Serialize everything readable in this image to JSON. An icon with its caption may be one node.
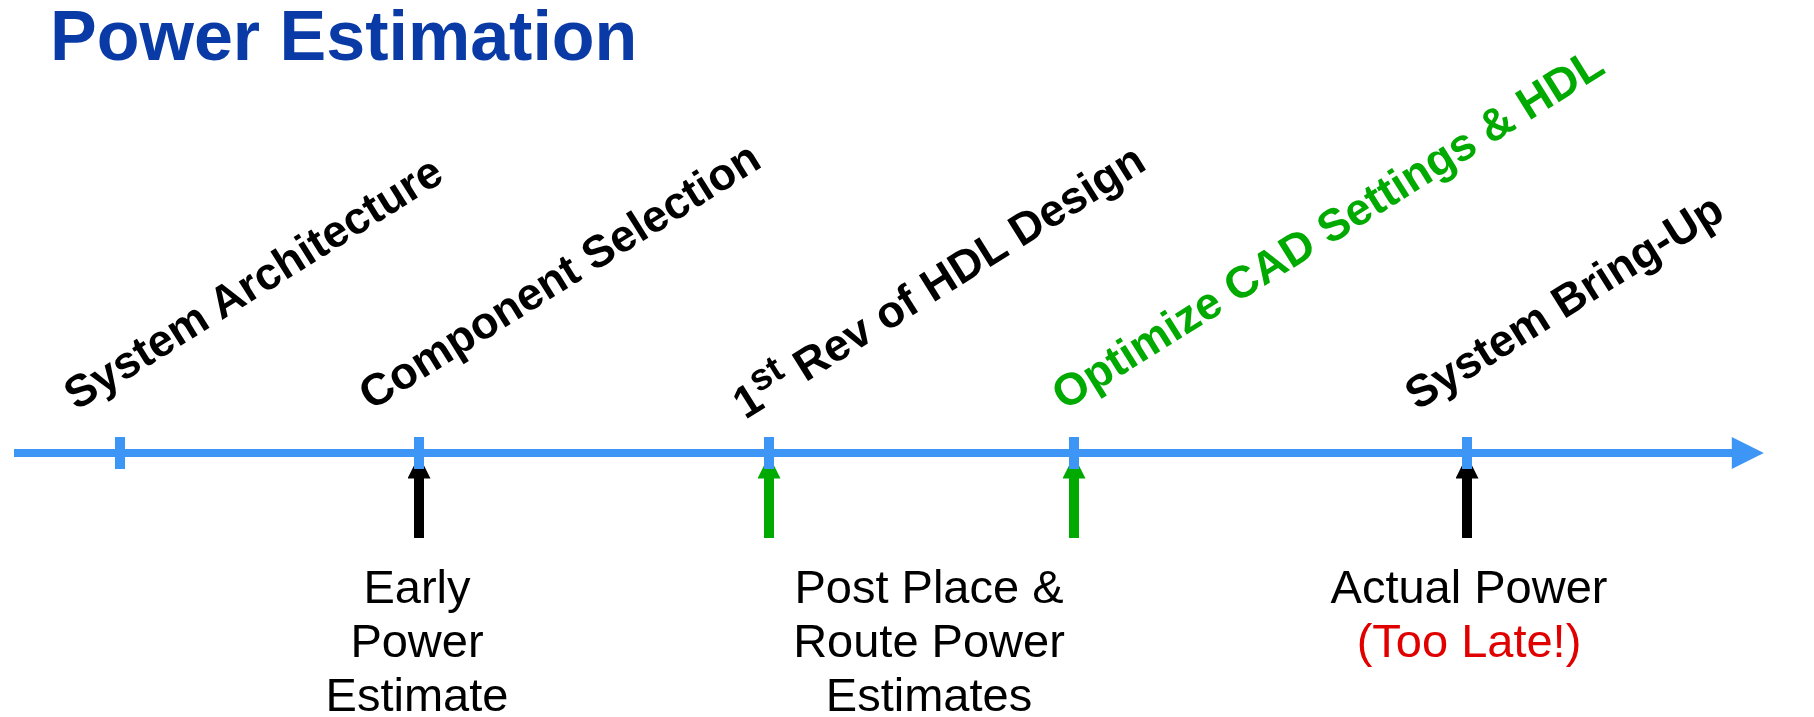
{
  "diagram": {
    "title": "Power Estimation",
    "nodes": [
      {
        "text": [],
        "shape": "bar",
        "beside": [
          "System Architecture"
        ]
      },
      {
        "text": [],
        "shape": "bar",
        "beside": [
          "Component Selection"
        ]
      },
      {
        "text": [],
        "shape": "bar",
        "beside": [
          "1$^{st}$ Rev of HDL Design"
        ]
      },
      {
        "text": [],
        "shape": "bar",
        "beside": [
          "Optimize CAD Settings & HDL"
        ]
      },
      {
        "text": [],
        "shape": "bar",
        "beside": [
          "System Bring-Up"
        ]
      },
      {
        "text": [
          "Early Power Estimate"
        ]
      },
      {
        "text": [
          "Post Place & Route Power Estimates"
        ]
      },
      {
        "text": [
          "Actual Power",
          "(Too Late!)"
        ]
      }
    ],
    "edges": [
      {
        "from": 5,
        "to": 1,
        "arrow": "to",
        "color": "#000000"
      },
      {
        "from": 6,
        "to": 2,
        "arrow": "to",
        "color": "#00aa00"
      },
      {
        "from": 6,
        "to": 3,
        "arrow": "to",
        "color": "#00aa00"
      },
      {
        "from": 7,
        "to": 4,
        "arrow": "to",
        "color": "#000000"
      }
    ]
  }
}
